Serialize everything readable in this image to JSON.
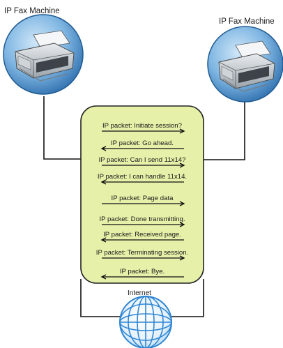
{
  "machines": {
    "left_label": "IP Fax Machine",
    "right_label": "IP Fax Machine"
  },
  "exchange": {
    "messages": [
      {
        "text": "IP packet: Initiate session?",
        "direction": "right"
      },
      {
        "text": "IP packet: Go ahead.",
        "direction": "left"
      },
      {
        "text": "IP packet: Can I send 11x14?",
        "direction": "right"
      },
      {
        "text": "IP packet: I can handle 11x14.",
        "direction": "left"
      },
      {
        "text": "IP packet: Page data",
        "direction": "right"
      },
      {
        "text": "IP packet: Done transmitting.",
        "direction": "right"
      },
      {
        "text": "IP packet: Received page.",
        "direction": "left"
      },
      {
        "text": "IP packet: Terminating session.",
        "direction": "right"
      },
      {
        "text": "IP packet: Bye.",
        "direction": "left"
      }
    ]
  },
  "network": {
    "label": "Internet"
  },
  "colors": {
    "panel_fill": "#e6f0a8",
    "panel_stroke": "#222222",
    "badge_blue": "#2f7fc4",
    "globe_blue": "#2f86d4"
  }
}
